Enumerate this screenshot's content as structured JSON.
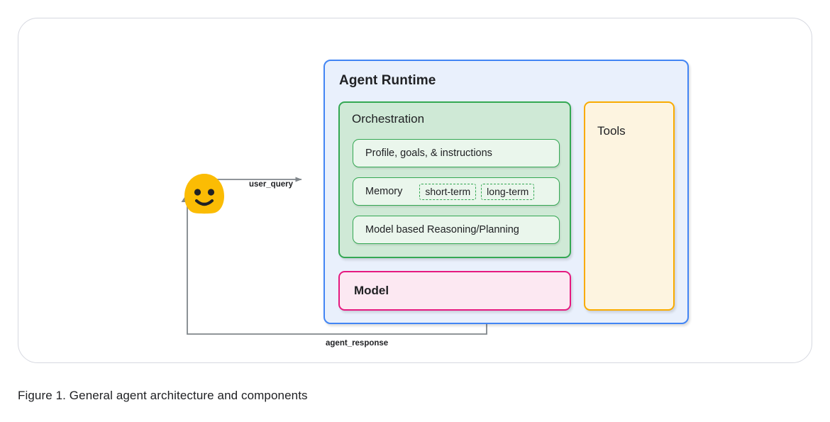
{
  "figure": {
    "caption": "Figure 1. General agent architecture and components"
  },
  "diagram": {
    "runtime": {
      "title": "Agent Runtime",
      "border_color": "#4285f4",
      "fill_color": "#e9f0fc"
    },
    "orchestration": {
      "title": "Orchestration",
      "border_color": "#34a853",
      "fill_color": "#cfe9d6",
      "rows": [
        {
          "label": "Profile, goals, & instructions",
          "chips": []
        },
        {
          "label": "Memory",
          "chips": [
            "short-term",
            "long-term"
          ]
        },
        {
          "label": "Model based Reasoning/Planning",
          "chips": []
        }
      ]
    },
    "model": {
      "title": "Model",
      "border_color": "#e5197f",
      "fill_color": "#fce8f2"
    },
    "tools": {
      "title": "Tools",
      "border_color": "#f9ab00",
      "fill_color": "#fdf4e0"
    },
    "user": {
      "icon": "smiley-face-icon",
      "color": "#fbbc04"
    },
    "flows": [
      {
        "label": "user_query",
        "direction": "user-to-runtime",
        "color": "#80868b"
      },
      {
        "label": "agent_response",
        "direction": "runtime-to-user",
        "color": "#80868b"
      }
    ]
  }
}
